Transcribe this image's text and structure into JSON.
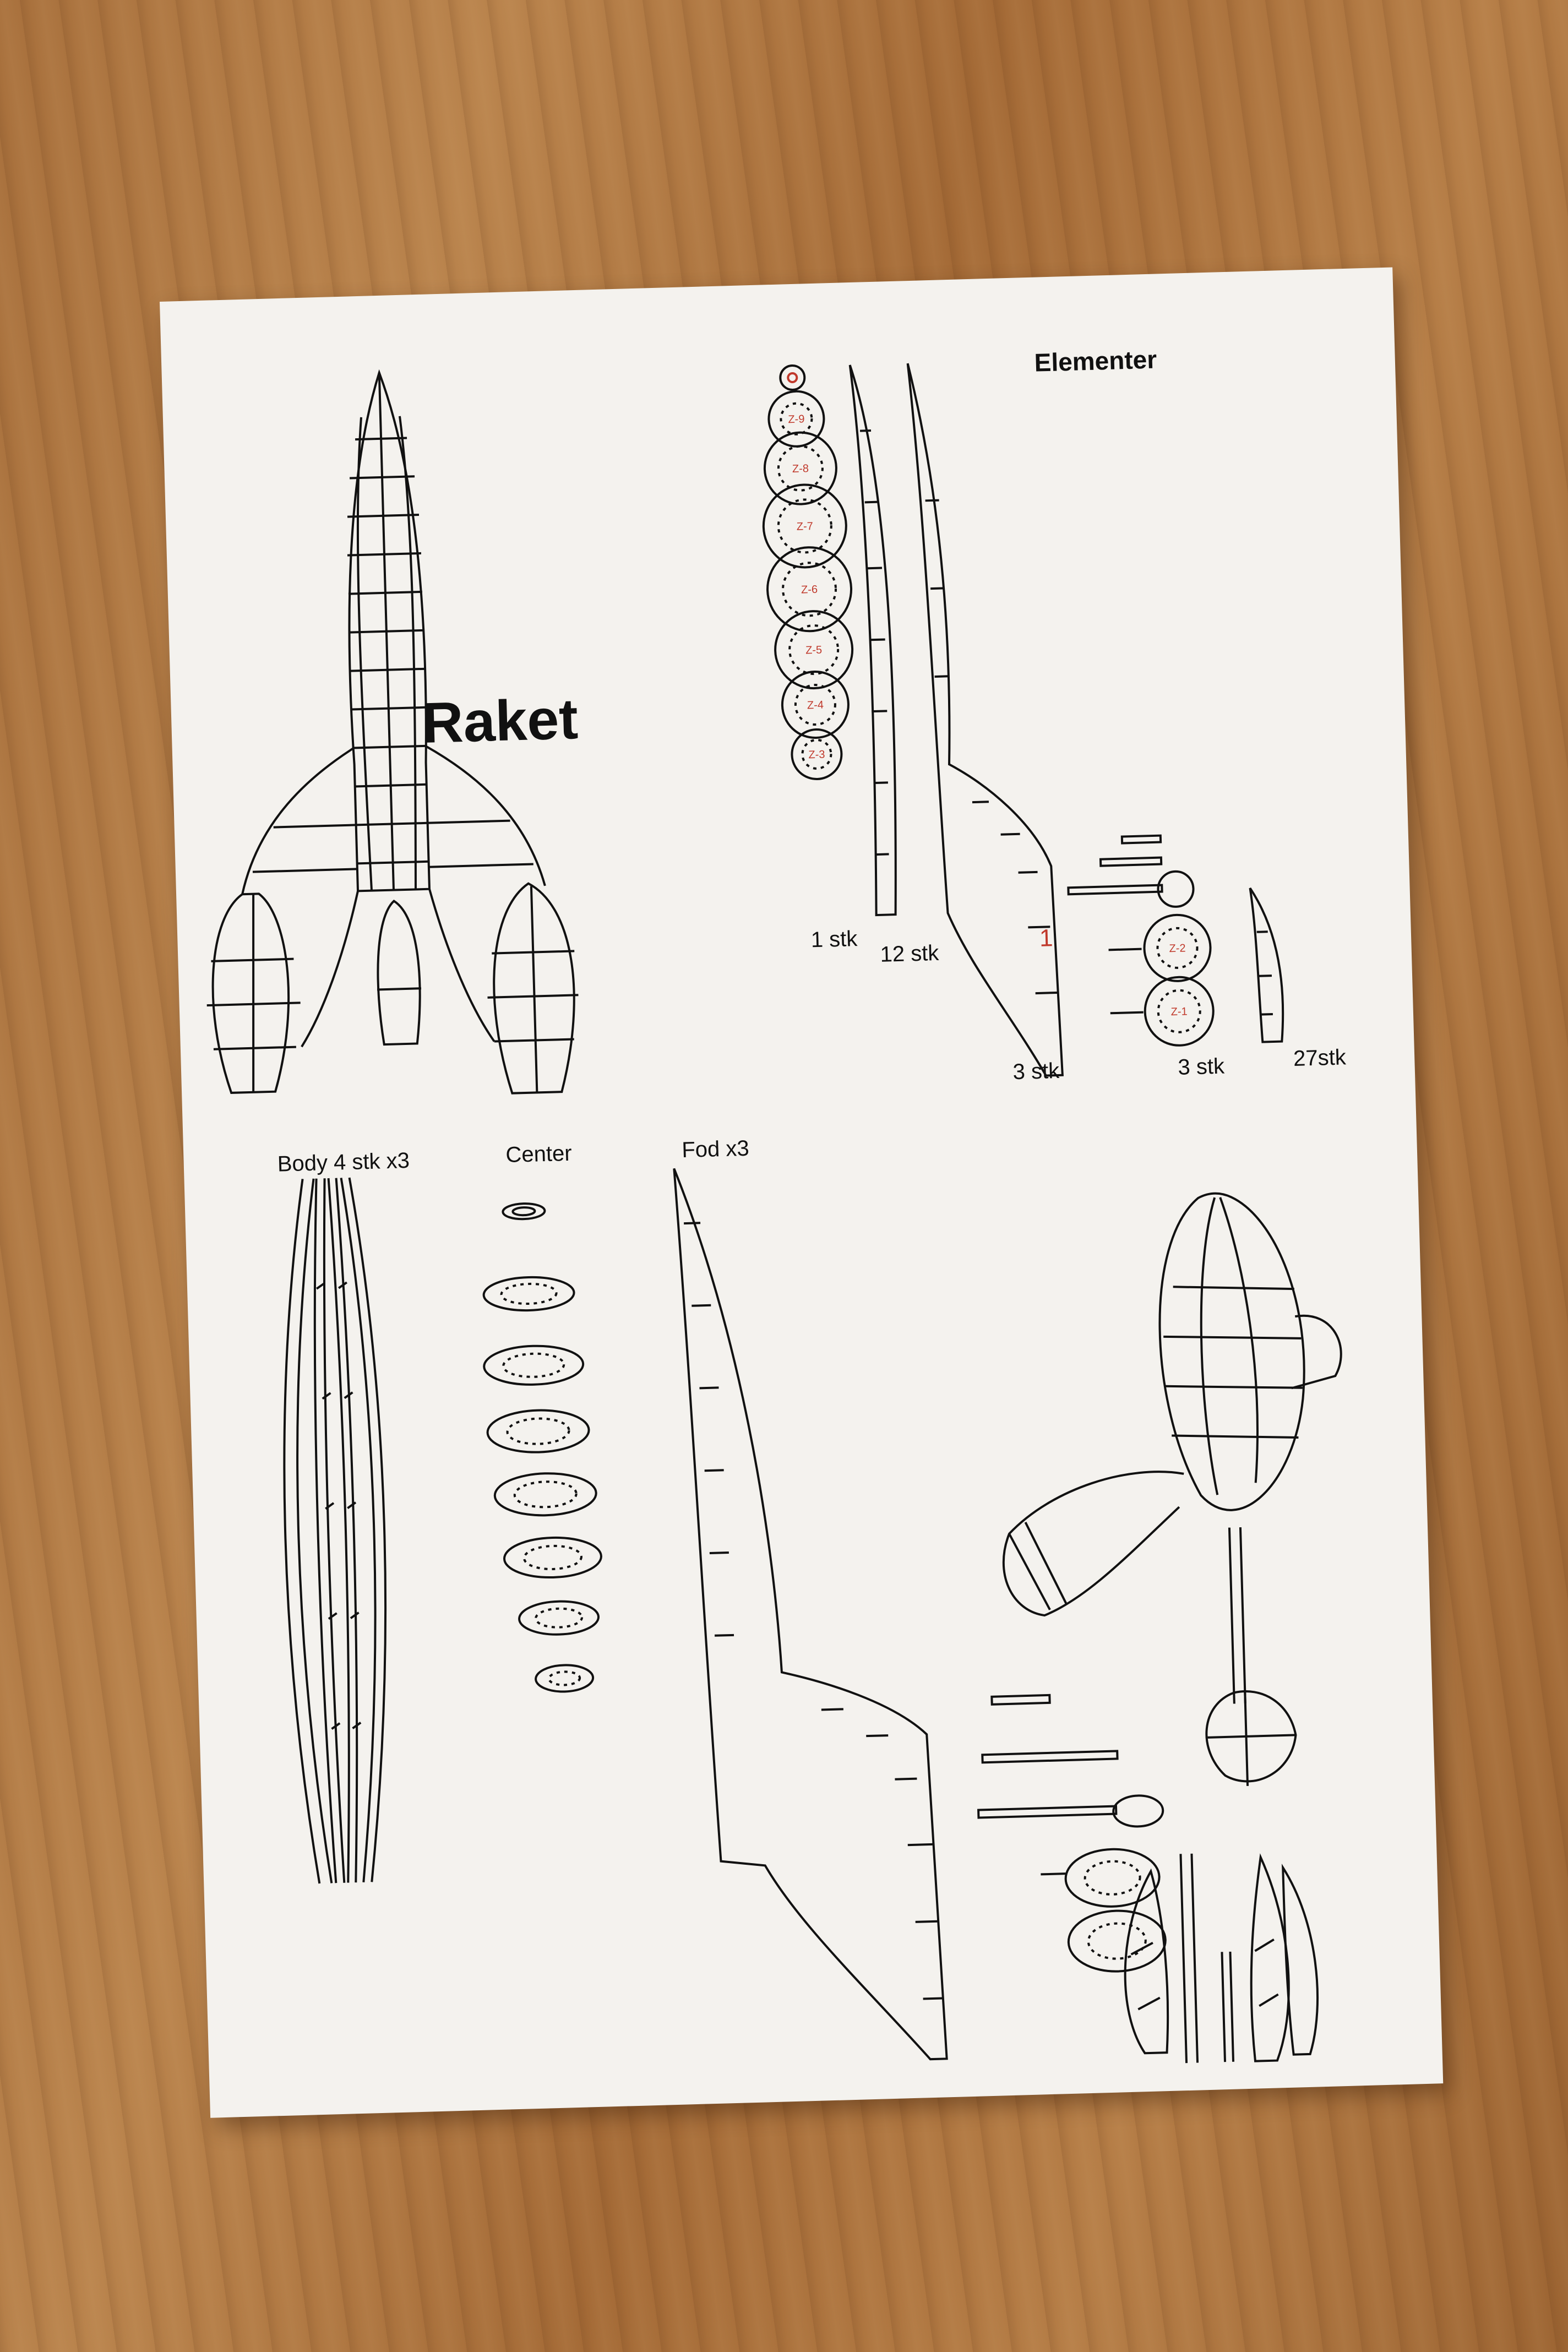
{
  "title": "Raket",
  "elements_heading": "Elementer",
  "part_labels": {
    "qty_1": "1 stk",
    "qty_12": "12 stk",
    "qty_3a": "3 stk",
    "qty_3b": "3 stk",
    "qty_27": "27stk"
  },
  "section_labels": {
    "body": "Body 4 stk x3",
    "center": "Center",
    "fod": "Fod x3"
  },
  "ring_codes": [
    "Z-9",
    "Z-8",
    "Z-7",
    "Z-6",
    "Z-5",
    "Z-4",
    "Z-3",
    "Z-2",
    "Z-1"
  ],
  "fin_number": "1",
  "colors": {
    "paper": "#f4f2ee",
    "ink": "#111111",
    "accent": "#c0392b",
    "wood": "#a8703c"
  }
}
